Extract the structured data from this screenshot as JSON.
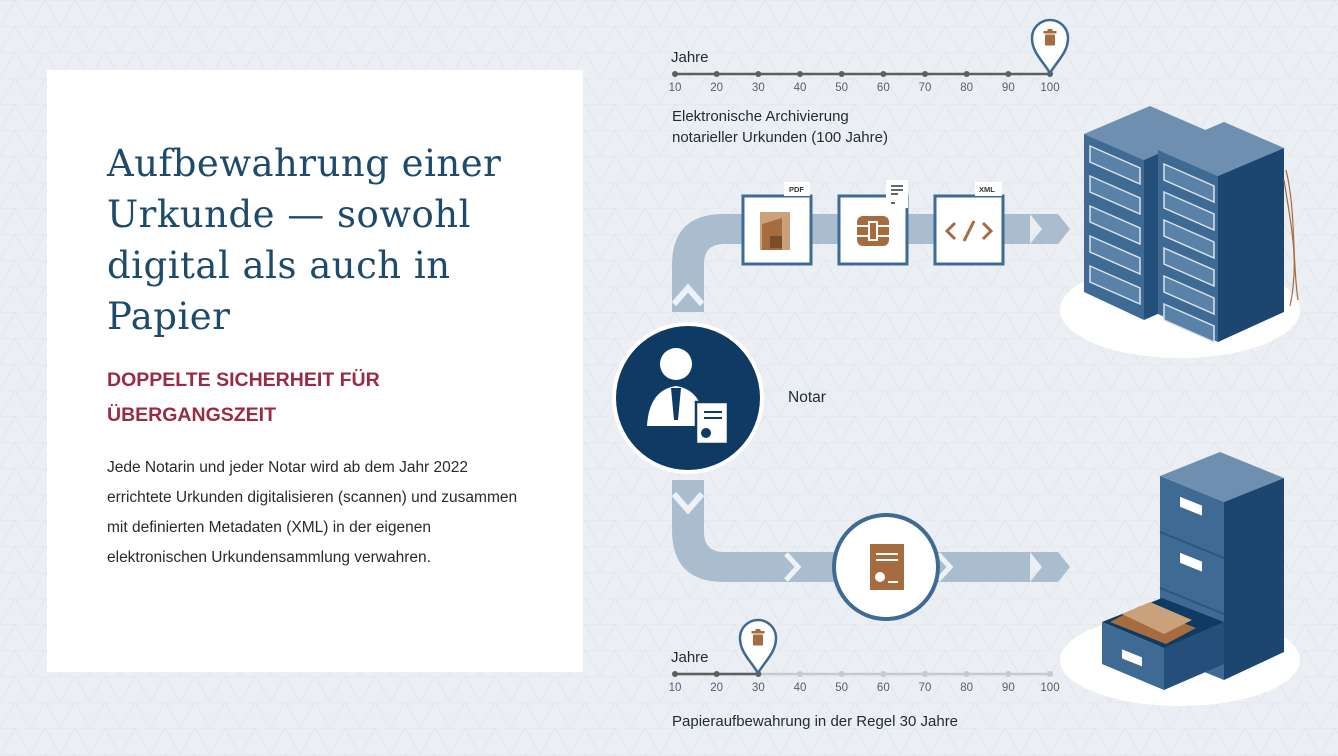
{
  "card": {
    "title": "Aufbewahrung einer Urkunde — sowohl digital als auch in Papier",
    "subtitle": "DOPPELTE SICHERHEIT FÜR ÜBERGANGSZEIT",
    "body": "Jede Notarin und jeder Notar wird ab dem Jahr 2022 errichtete Urkunden digitalisieren (scannen) und zusammen mit definierten Metadaten (XML) in der eigenen elektronischen Urkundensammlung verwahren."
  },
  "digital_timeline": {
    "axis_title": "Jahre",
    "ticks": [
      "10",
      "20",
      "30",
      "40",
      "50",
      "60",
      "70",
      "80",
      "90",
      "100"
    ],
    "marker_value": 100,
    "marker_icon": "trash-icon",
    "caption_line1": "Elektronische Archivierung",
    "caption_line2": "notarieller Urkunden (100 Jahre)"
  },
  "paper_timeline": {
    "axis_title": "Jahre",
    "ticks": [
      "10",
      "20",
      "30",
      "40",
      "50",
      "60",
      "70",
      "80",
      "90",
      "100"
    ],
    "marker_value": 30,
    "marker_icon": "trash-icon",
    "caption": "Papieraufbewahrung in der Regel 30 Jahre"
  },
  "flow": {
    "center_label": "Notar",
    "center_icon": "notary-person-icon",
    "digital_steps": [
      {
        "icon": "scanned-document-icon",
        "tag": "PDF"
      },
      {
        "icon": "chip-card-icon",
        "tag": ""
      },
      {
        "icon": "code-icon",
        "tag": "XML"
      }
    ],
    "digital_target_icon": "server-rack-icon",
    "paper_step_icon": "paper-certificate-icon",
    "paper_target_icon": "filing-cabinet-icon"
  },
  "colors": {
    "navy": "#0f3a63",
    "title_blue": "#1e4a6b",
    "subtitle_red": "#9b2a44",
    "flow_arrow": "#8fa6bf",
    "icon_brown": "#a66b3f",
    "server_blue": "#3f6a93"
  }
}
